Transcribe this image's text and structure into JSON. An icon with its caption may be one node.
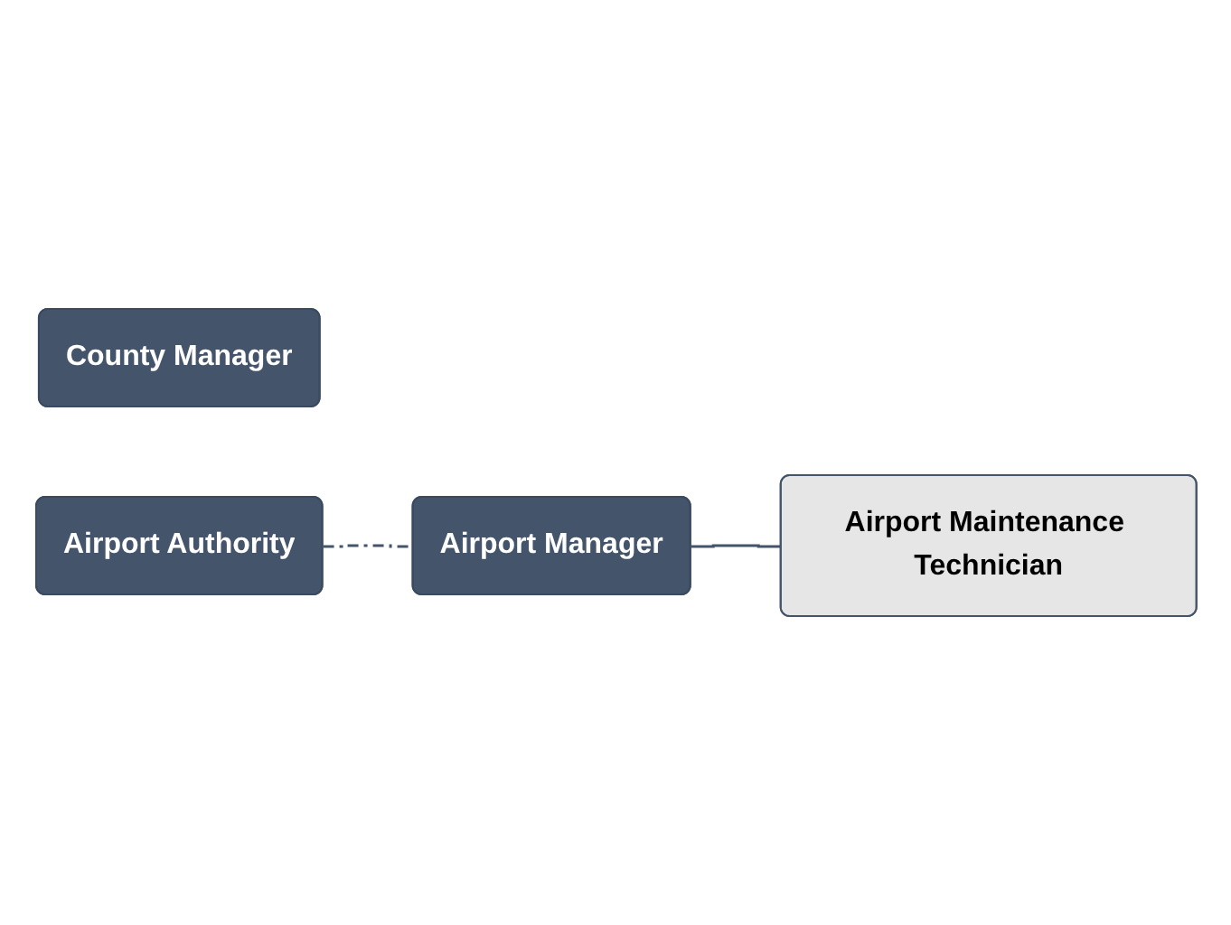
{
  "diagram": {
    "nodes": [
      {
        "text": [
          "County Manager"
        ]
      },
      {
        "text": [
          "Airport Authority"
        ]
      },
      {
        "text": [
          "Airport Manager"
        ]
      },
      {
        "text": [
          "Airport Maintenance Technician"
        ]
      }
    ],
    "edges": [
      {
        "from": 1,
        "to": 2,
        "arrow": "none",
        "style": "dashed"
      },
      {
        "from": 2,
        "to": 3,
        "arrow": "none"
      }
    ]
  }
}
